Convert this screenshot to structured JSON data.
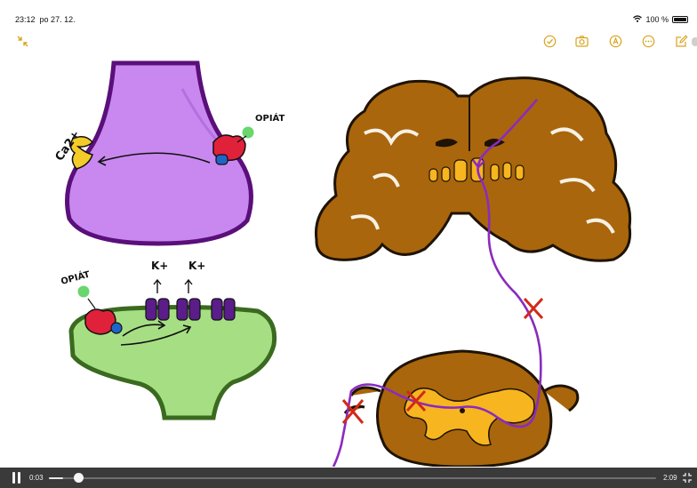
{
  "status": {
    "time": "23:12",
    "date": "po 27. 12.",
    "battery_text": "100 %"
  },
  "toolbar": {
    "left_icon": "collapse-arrows-icon",
    "icons": [
      "checkmark-circle-icon",
      "camera-icon",
      "markup-pen-icon",
      "more-ellipsis-icon",
      "compose-icon"
    ]
  },
  "drawing": {
    "synapse_top": {
      "ion_label": "Ca2+",
      "ligand_label": "OPIÁT"
    },
    "synapse_bottom": {
      "ligand_label": "OPIÁT",
      "channel_labels": [
        "K+",
        "K+"
      ]
    },
    "colors": {
      "presynaptic_fill": "#c988f0",
      "presynaptic_outline": "#5a0f7a",
      "postsynaptic_fill": "#a6df83",
      "postsynaptic_outline": "#3a6a1f",
      "brain_fill": "#a9660c",
      "brain_outline": "#1e1304",
      "gray_matter": "#f7b51f",
      "pathway": "#8a2bbf",
      "block_mark": "#d12a1a",
      "receptor_red": "#e0213a",
      "receptor_blue": "#1f65c8",
      "opiate_green": "#6ad66e",
      "calcium_yellow": "#f3cc2a",
      "potassium_channel": "#5b1d8a"
    }
  },
  "video": {
    "elapsed": "0:03",
    "duration": "2:09",
    "progress": 0.023
  }
}
